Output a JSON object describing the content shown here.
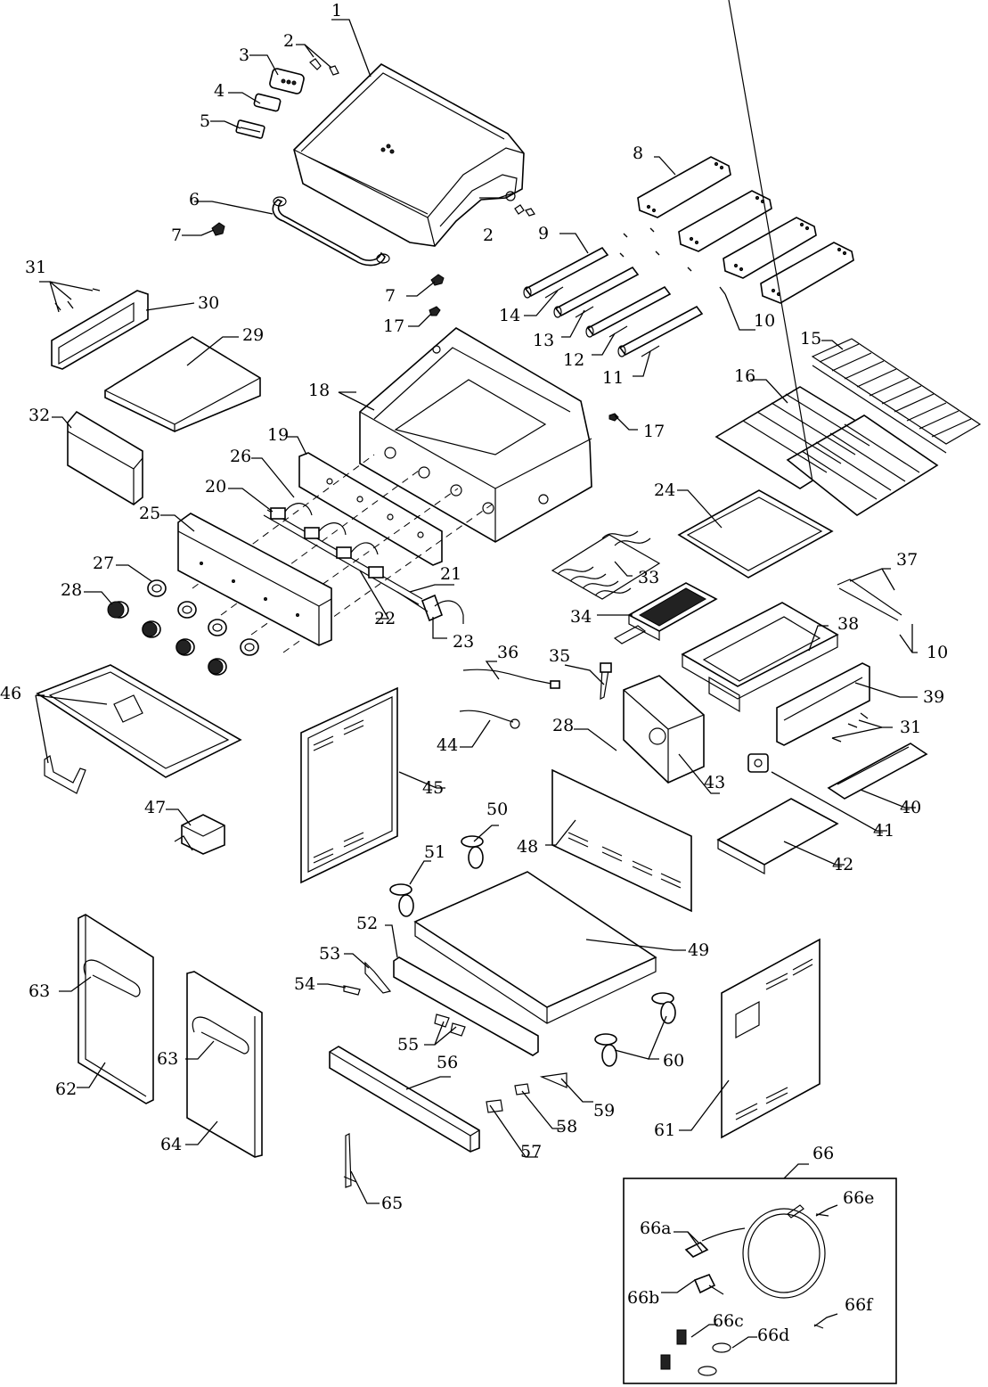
{
  "diagram": {
    "labels": {
      "p1": "1",
      "p2a": "2",
      "p2b": "2",
      "p3": "3",
      "p4": "4",
      "p5": "5",
      "p6": "6",
      "p7a": "7",
      "p7b": "7",
      "p8": "8",
      "p9": "9",
      "p10a": "10",
      "p10b": "10",
      "p11": "11",
      "p12": "12",
      "p13": "13",
      "p14": "14",
      "p15": "15",
      "p16": "16",
      "p17a": "17",
      "p17b": "17",
      "p18": "18",
      "p19": "19",
      "p20": "20",
      "p21": "21",
      "p22": "22",
      "p23": "23",
      "p24": "24",
      "p25": "25",
      "p26": "26",
      "p27": "27",
      "p28a": "28",
      "p28b": "28",
      "p29": "29",
      "p30": "30",
      "p31a": "31",
      "p31b": "31",
      "p32": "32",
      "p33": "33",
      "p34": "34",
      "p35": "35",
      "p36": "36",
      "p37": "37",
      "p38": "38",
      "p39": "39",
      "p40": "40",
      "p41": "41",
      "p42": "42",
      "p43": "43",
      "p44": "44",
      "p45": "45",
      "p46": "46",
      "p47": "47",
      "p48": "48",
      "p49": "49",
      "p50": "50",
      "p51": "51",
      "p52": "52",
      "p53": "53",
      "p54": "54",
      "p55": "55",
      "p56": "56",
      "p57": "57",
      "p58": "58",
      "p59": "59",
      "p60": "60",
      "p61": "61",
      "p62": "62",
      "p63a": "63",
      "p63b": "63",
      "p64": "64",
      "p65": "65",
      "p66": "66",
      "p66a": "66a",
      "p66b": "66b",
      "p66c": "66c",
      "p66d": "66d",
      "p66e": "66e",
      "p66f": "66f"
    }
  }
}
